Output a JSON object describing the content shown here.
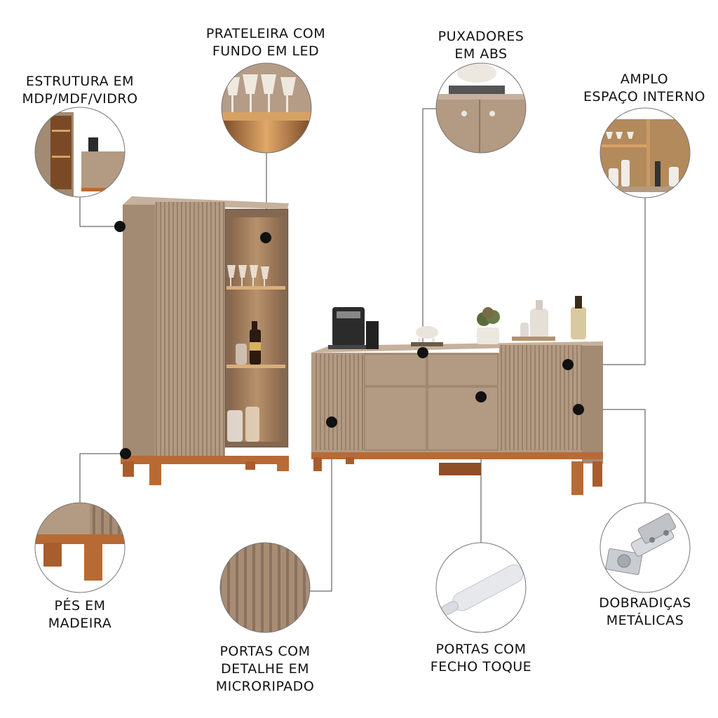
{
  "features": {
    "estrutura": {
      "lines": [
        "ESTRUTURA EM",
        "MDP/MDF/VIDRO"
      ]
    },
    "prateleira": {
      "lines": [
        "PRATELEIRA COM",
        "FUNDO EM LED"
      ]
    },
    "puxadores": {
      "lines": [
        "PUXADORES",
        "EM ABS"
      ]
    },
    "espaco": {
      "lines": [
        "AMPLO",
        "ESPAÇO INTERNO"
      ]
    },
    "pes": {
      "lines": [
        "PÉS EM",
        "MADEIRA"
      ]
    },
    "microripado": {
      "lines": [
        "PORTAS COM",
        "DETALHE EM",
        "MICRORIPADO"
      ]
    },
    "fecho": {
      "lines": [
        "PORTAS COM",
        "FECHO TOQUE"
      ]
    },
    "dobradicas": {
      "lines": [
        "DOBRADIÇAS",
        "METÁLICAS"
      ]
    }
  },
  "colors": {
    "body": "#b39a82",
    "body_dark": "#9f8670",
    "wood": "#b86a35",
    "led_wood": "#c98a4c",
    "dot": "#111111",
    "line": "#444444"
  }
}
